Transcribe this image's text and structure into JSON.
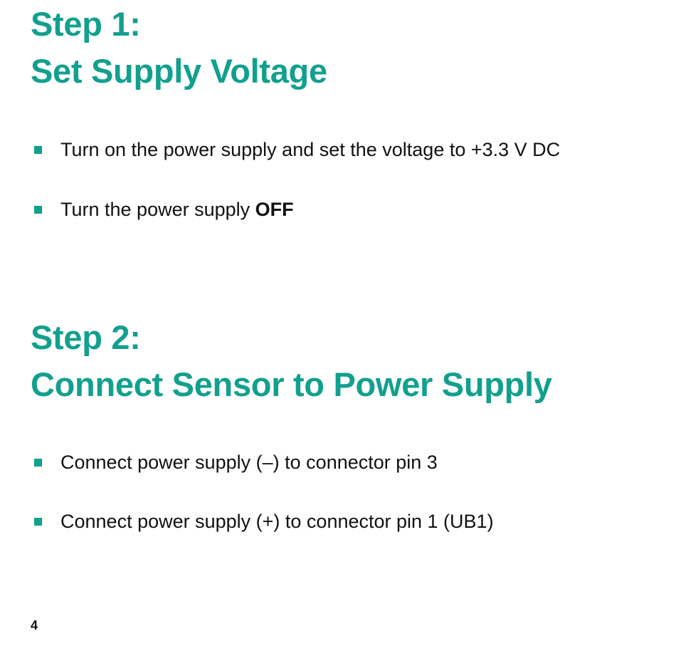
{
  "steps": [
    {
      "heading_line1": "Step 1:",
      "heading_line2": "Set Supply Voltage",
      "bullets": [
        {
          "text": "Turn on the power supply and set the voltage to +3.3 V DC",
          "bold": ""
        },
        {
          "text": "Turn the power supply ",
          "bold": "OFF"
        }
      ]
    },
    {
      "heading_line1": "Step 2:",
      "heading_line2": "Connect Sensor to Power Supply",
      "bullets": [
        {
          "text": "Connect power supply (–) to connector pin 3",
          "bold": ""
        },
        {
          "text": "Connect power supply (+) to connector pin 1 (UB1)",
          "bold": ""
        }
      ]
    }
  ],
  "page_number": "4",
  "colors": {
    "accent": "#12a08e",
    "text": "#111111",
    "background": "#ffffff"
  }
}
